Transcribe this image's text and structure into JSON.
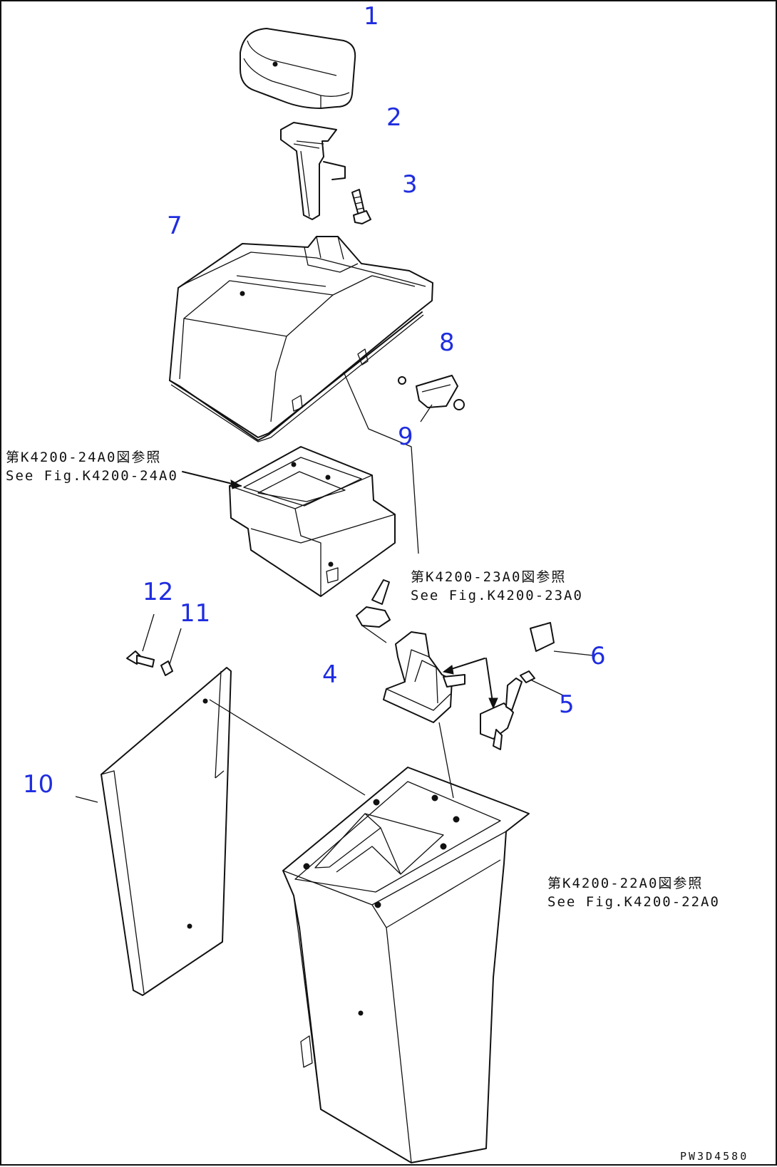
{
  "part_numbers": [
    "1",
    "2",
    "3",
    "4",
    "5",
    "6",
    "7",
    "8",
    "9",
    "10",
    "11",
    "12"
  ],
  "references": {
    "upper_jp": "第K4200-24A0図参照",
    "upper_en": "See Fig.K4200-24A0",
    "middle_jp": "第K4200-23A0図参照",
    "middle_en": "See Fig.K4200-23A0",
    "lower_jp": "第K4200-22A0図参照",
    "lower_en": "See Fig.K4200-22A0"
  },
  "drawing_code": "PW3D4580",
  "colors": {
    "callout": "#1f2de0",
    "line": "#111111"
  }
}
